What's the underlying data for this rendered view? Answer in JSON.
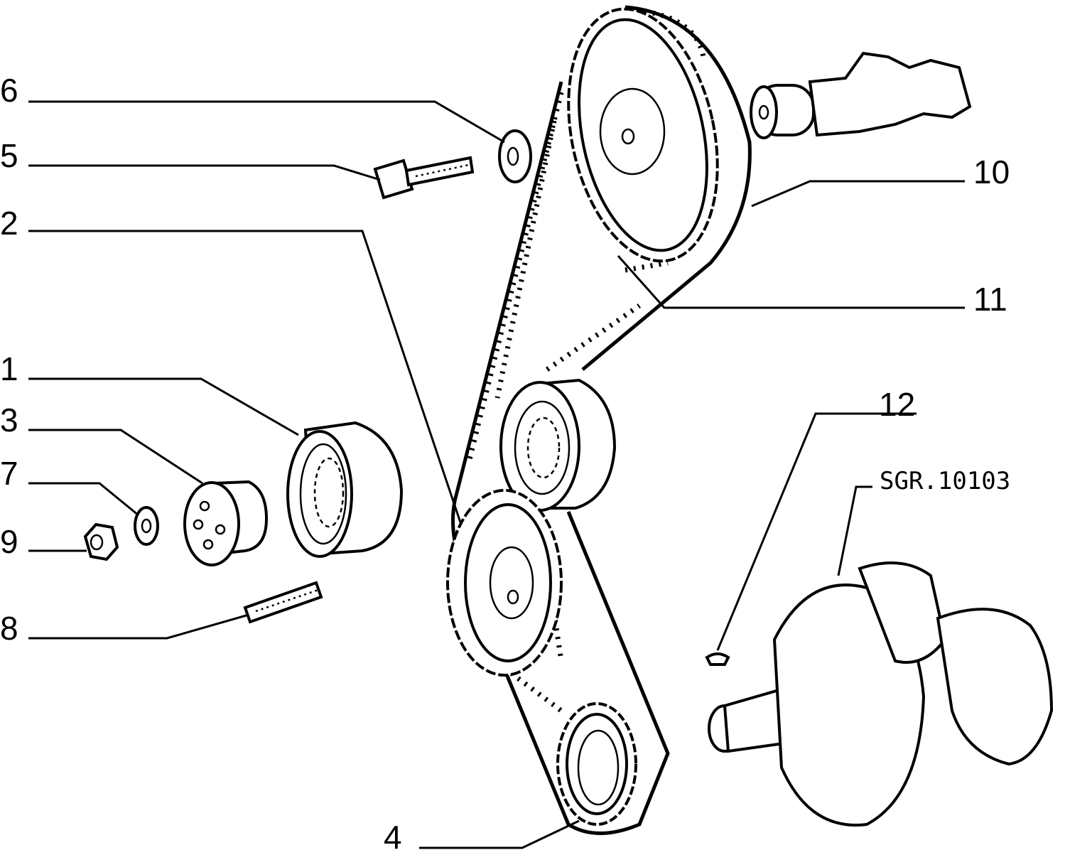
{
  "diagram": {
    "reference_code": "SGR.10103",
    "callouts": [
      {
        "id": "6",
        "label": "6"
      },
      {
        "id": "5",
        "label": "5"
      },
      {
        "id": "2",
        "label": "2"
      },
      {
        "id": "1",
        "label": "1"
      },
      {
        "id": "3",
        "label": "3"
      },
      {
        "id": "7",
        "label": "7"
      },
      {
        "id": "9",
        "label": "9"
      },
      {
        "id": "8",
        "label": "8"
      },
      {
        "id": "10",
        "label": "10"
      },
      {
        "id": "11",
        "label": "11"
      },
      {
        "id": "12",
        "label": "12"
      },
      {
        "id": "4",
        "label": "4"
      }
    ]
  }
}
